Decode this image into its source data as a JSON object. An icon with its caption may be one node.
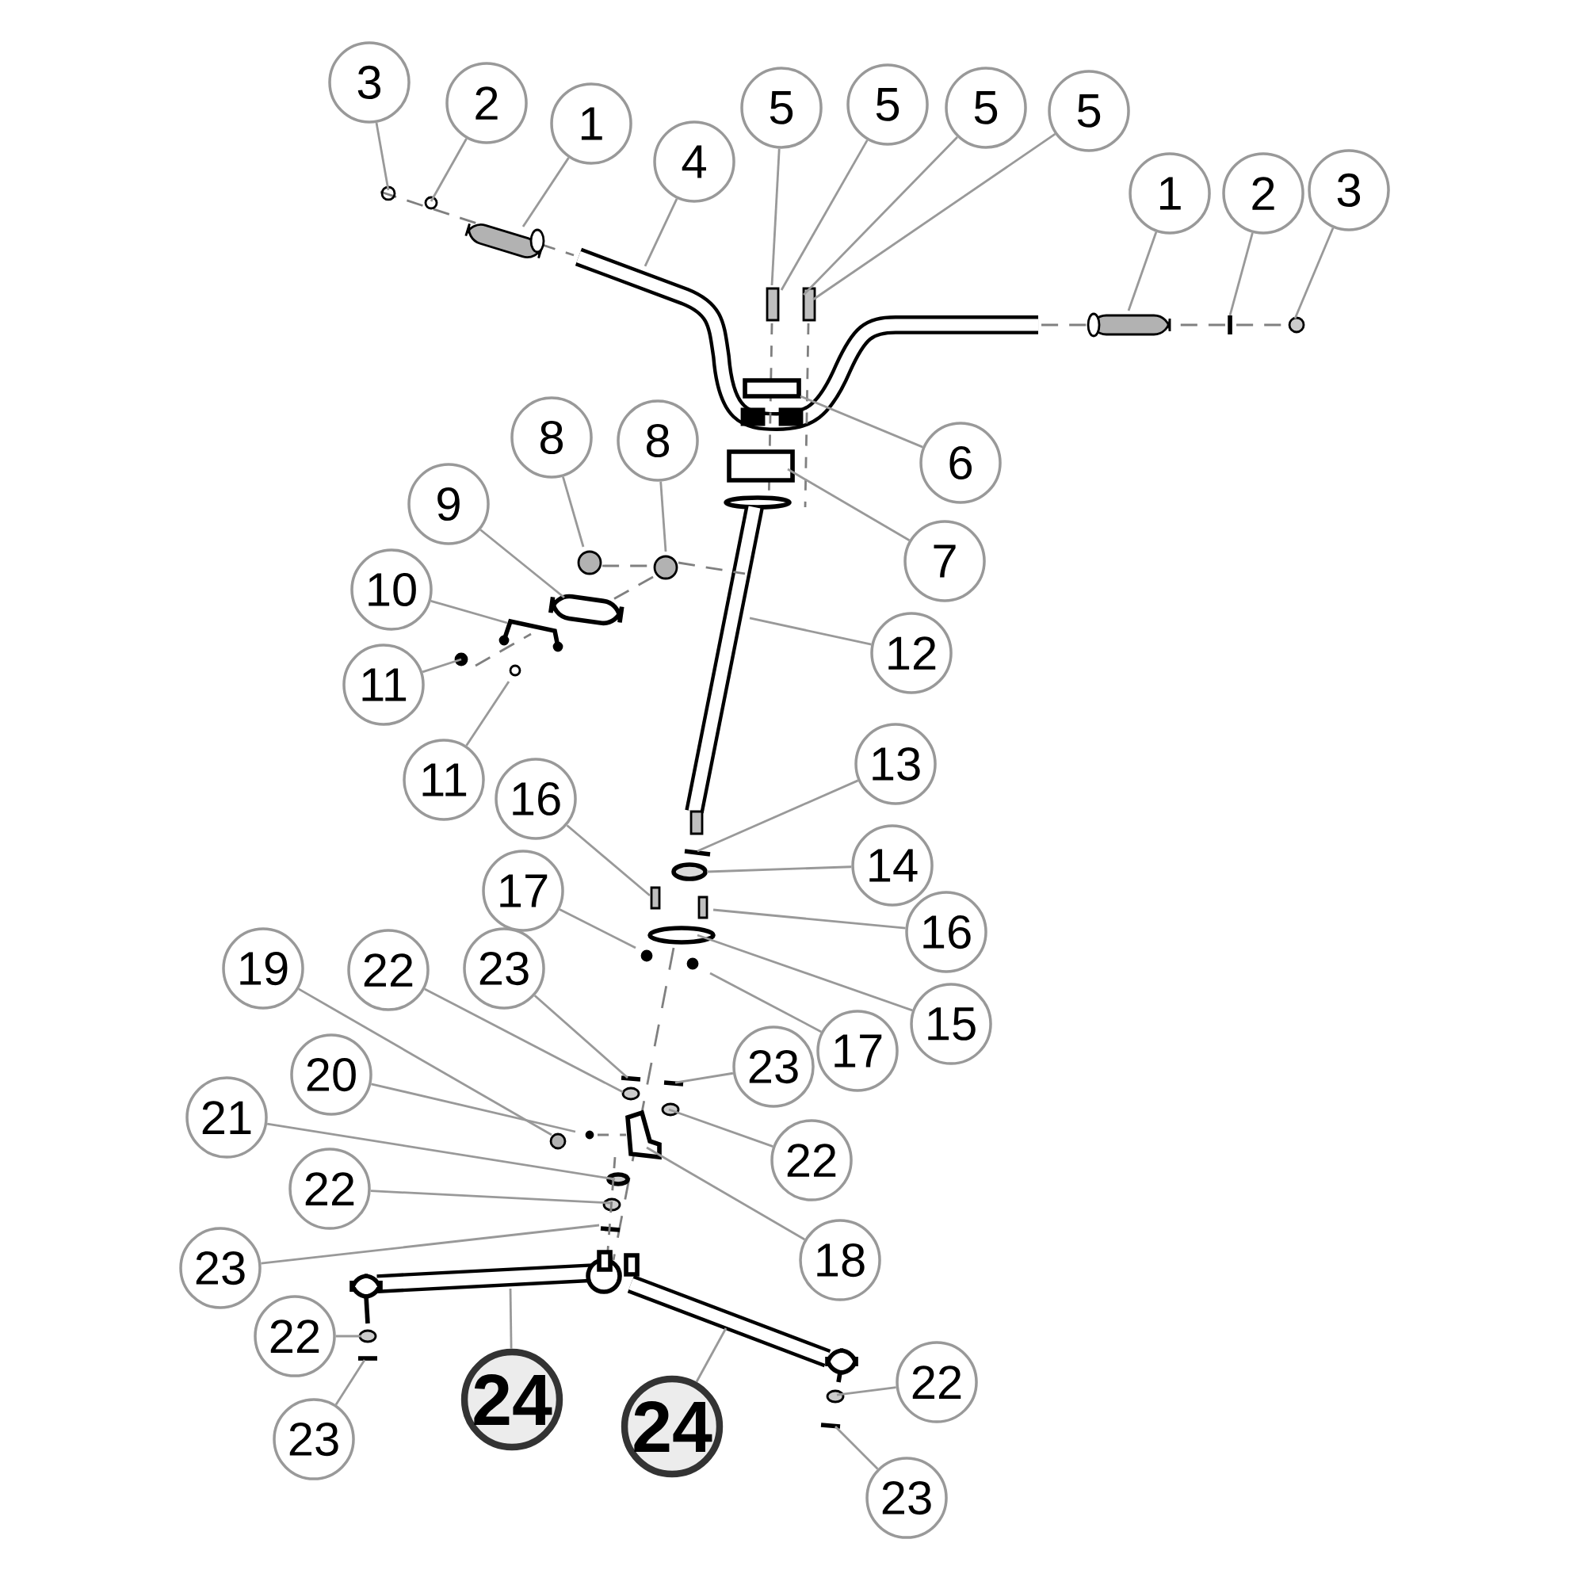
{
  "diagram": {
    "nodes": [
      {
        "text": [
          "3"
        ]
      },
      {
        "text": [
          "2"
        ]
      },
      {
        "text": [
          "1"
        ]
      },
      {
        "text": [
          "4"
        ]
      },
      {
        "text": [
          "5"
        ]
      },
      {
        "text": [
          "5"
        ]
      },
      {
        "text": [
          "5"
        ]
      },
      {
        "text": [
          "5"
        ]
      },
      {
        "text": [
          "1"
        ]
      },
      {
        "text": [
          "2"
        ]
      },
      {
        "text": [
          "3"
        ]
      },
      {
        "text": [
          "6"
        ]
      },
      {
        "text": [
          "7"
        ]
      },
      {
        "text": [
          "8"
        ]
      },
      {
        "text": [
          "8"
        ]
      },
      {
        "text": [
          "9"
        ]
      },
      {
        "text": [
          "10"
        ]
      },
      {
        "text": [
          "11"
        ]
      },
      {
        "text": [
          "11"
        ]
      },
      {
        "text": [
          "12"
        ]
      },
      {
        "text": [
          "13"
        ]
      },
      {
        "text": [
          "14"
        ]
      },
      {
        "text": [
          "16"
        ]
      },
      {
        "text": [
          "16"
        ]
      },
      {
        "text": [
          "17"
        ]
      },
      {
        "text": [
          "15"
        ]
      },
      {
        "text": [
          "17"
        ]
      },
      {
        "text": [
          "19"
        ]
      },
      {
        "text": [
          "22"
        ]
      },
      {
        "text": [
          "23"
        ]
      },
      {
        "text": [
          "23"
        ]
      },
      {
        "text": [
          "20"
        ]
      },
      {
        "text": [
          "22"
        ]
      },
      {
        "text": [
          "21"
        ]
      },
      {
        "text": [
          "18"
        ]
      },
      {
        "text": [
          "22"
        ]
      },
      {
        "text": [
          "23"
        ]
      },
      {
        "text": [
          "22"
        ]
      },
      {
        "text": [
          "24"
        ]
      },
      {
        "text": [
          "24"
        ]
      },
      {
        "text": [
          "22"
        ]
      },
      {
        "text": [
          "23"
        ]
      },
      {
        "text": [
          "23"
        ]
      }
    ],
    "edges": [
      {
        "from": 0,
        "to": null,
        "arrow": "none"
      },
      {
        "from": 1,
        "to": null,
        "arrow": "none"
      },
      {
        "from": 2,
        "to": null,
        "arrow": "none"
      },
      {
        "from": 3,
        "to": null,
        "arrow": "none"
      },
      {
        "from": 4,
        "to": null,
        "arrow": "none"
      },
      {
        "from": 5,
        "to": null,
        "arrow": "none"
      },
      {
        "from": 6,
        "to": null,
        "arrow": "none"
      },
      {
        "from": 7,
        "to": null,
        "arrow": "none"
      },
      {
        "from": 8,
        "to": null,
        "arrow": "none"
      },
      {
        "from": 9,
        "to": null,
        "arrow": "none"
      },
      {
        "from": 10,
        "to": null,
        "arrow": "none"
      },
      {
        "from": 11,
        "to": null,
        "arrow": "none"
      },
      {
        "from": 12,
        "to": null,
        "arrow": "none"
      },
      {
        "from": 13,
        "to": null,
        "arrow": "none"
      },
      {
        "from": 14,
        "to": null,
        "arrow": "none"
      },
      {
        "from": 15,
        "to": null,
        "arrow": "none"
      },
      {
        "from": 16,
        "to": null,
        "arrow": "none"
      },
      {
        "from": 17,
        "to": null,
        "arrow": "none"
      },
      {
        "from": 18,
        "to": null,
        "arrow": "none"
      },
      {
        "from": 19,
        "to": null,
        "arrow": "none"
      },
      {
        "from": 20,
        "to": null,
        "arrow": "none"
      },
      {
        "from": 21,
        "to": null,
        "arrow": "none"
      },
      {
        "from": 22,
        "to": null,
        "arrow": "none"
      },
      {
        "from": 23,
        "to": null,
        "arrow": "none"
      },
      {
        "from": 24,
        "to": null,
        "arrow": "none"
      },
      {
        "from": 25,
        "to": null,
        "arrow": "none"
      },
      {
        "from": 26,
        "to": null,
        "arrow": "none"
      },
      {
        "from": 27,
        "to": null,
        "arrow": "none"
      },
      {
        "from": 28,
        "to": null,
        "arrow": "none"
      },
      {
        "from": 29,
        "to": null,
        "arrow": "none"
      },
      {
        "from": 30,
        "to": null,
        "arrow": "none"
      },
      {
        "from": 31,
        "to": null,
        "arrow": "none"
      },
      {
        "from": 32,
        "to": null,
        "arrow": "none"
      },
      {
        "from": 33,
        "to": null,
        "arrow": "none"
      },
      {
        "from": 34,
        "to": null,
        "arrow": "none"
      },
      {
        "from": 35,
        "to": null,
        "arrow": "none"
      },
      {
        "from": 36,
        "to": null,
        "arrow": "none"
      },
      {
        "from": 37,
        "to": null,
        "arrow": "none"
      },
      {
        "from": 38,
        "to": null,
        "arrow": "none"
      },
      {
        "from": 39,
        "to": null,
        "arrow": "none"
      },
      {
        "from": 40,
        "to": null,
        "arrow": "none"
      },
      {
        "from": 41,
        "to": null,
        "arrow": "none"
      },
      {
        "from": 42,
        "to": null,
        "arrow": "none"
      }
    ]
  }
}
